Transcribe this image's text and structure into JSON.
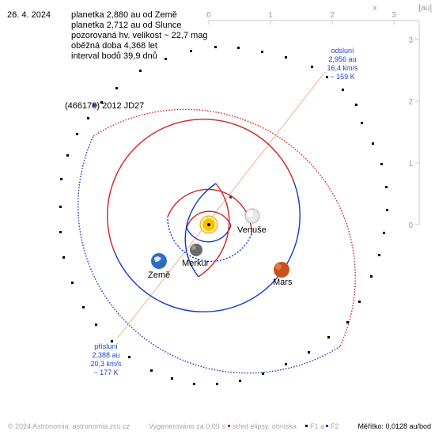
{
  "header": {
    "date": "26. 4. 2024",
    "info_lines": [
      "planetka 2,880 au od Země",
      "planetka 2,712 au od Slunce",
      "pozorovaná hv. velikost ~ 22,7 mag",
      "oběžná doba 4,368 let",
      "interval bodů 39,9 dnů"
    ]
  },
  "object_label": "(466170) 2012 JD27",
  "planets": {
    "venus": "Venuše",
    "mercury": "Merkur",
    "earth": "Země",
    "mars": "Mars"
  },
  "aphelion": {
    "title": "odsluní",
    "distance": "2,956 au",
    "speed": "16,4 km/s",
    "temp": "~ 159 K"
  },
  "perihelion": {
    "title": "přísluní",
    "distance": "2,388 au",
    "speed": "20,3 km/s",
    "temp": "~ 177 K"
  },
  "axes": {
    "x_name": "x",
    "unit": "[au]",
    "top_ticks": [
      "0",
      "1",
      "2",
      "3"
    ],
    "right_ticks": [
      "0",
      "1",
      "2",
      "3"
    ]
  },
  "footer": {
    "copyright": "© 2024 Astronomia, astronomia.zcu.cz",
    "generated": "Vygenerováno za 0,09 s",
    "legend_center": "střed elipsy, ohniska",
    "legend_f1": "F1 a",
    "legend_f2": "F2",
    "scale": "Měřítko: 0,0128 au/bod"
  },
  "colors": {
    "orbit_red": "#d42020",
    "orbit_blue": "#1038c8",
    "apsis_line": "#f4a070",
    "sun": "#f2c400",
    "mars": "#c8501e",
    "earth": "#2a6fd0",
    "text_blue": "#1f3fd0"
  }
}
